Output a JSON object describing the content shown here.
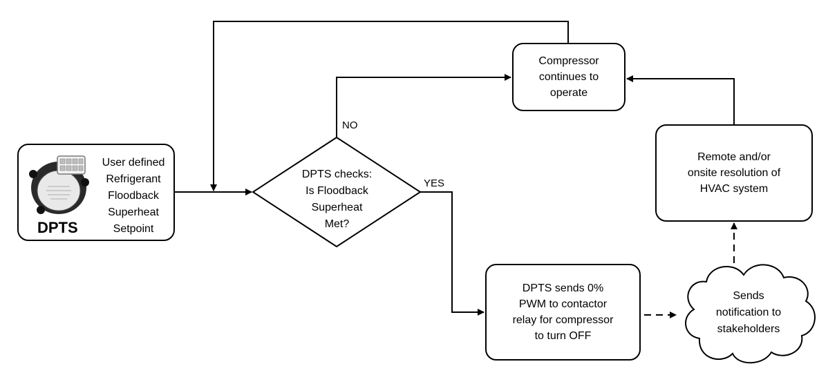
{
  "diagram": {
    "source_node": {
      "device_label": "DPTS",
      "setpoint_lines": [
        "User defined",
        "Refrigerant",
        "Floodback",
        "Superheat",
        "Setpoint"
      ]
    },
    "decision_node": {
      "lines": [
        "DPTS checks:",
        "Is Floodback",
        "Superheat",
        "Met?"
      ]
    },
    "branch_labels": {
      "no": "NO",
      "yes": "YES"
    },
    "compressor_node": {
      "lines": [
        "Compressor",
        "continues to",
        "operate"
      ]
    },
    "shutoff_node": {
      "lines": [
        "DPTS sends 0%",
        "PWM to contactor",
        "relay for compressor",
        "to turn OFF"
      ]
    },
    "notify_node": {
      "lines": [
        "Sends",
        "notification to",
        "stakeholders"
      ]
    },
    "resolution_node": {
      "lines": [
        "Remote and/or",
        "onsite resolution of",
        "HVAC system"
      ]
    }
  }
}
